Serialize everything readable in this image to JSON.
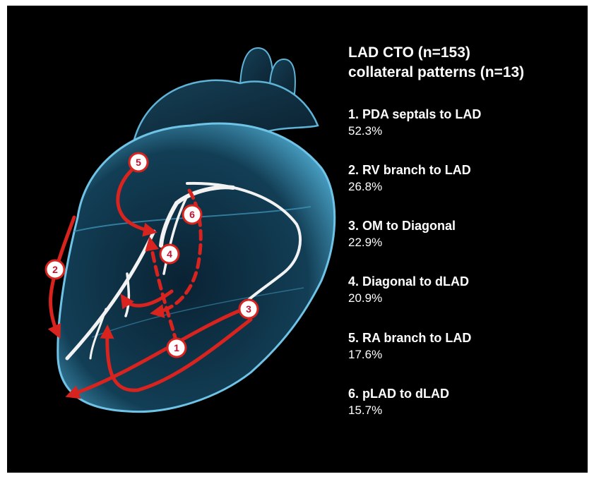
{
  "title": {
    "line1": "LAD CTO (n=153)",
    "line2": "collateral patterns (n=13)"
  },
  "patterns": [
    {
      "number": "1",
      "label": "1.  PDA septals to LAD",
      "value": "52.3%"
    },
    {
      "number": "2",
      "label": "2. RV branch to LAD",
      "value": "26.8%"
    },
    {
      "number": "3",
      "label": "3. OM to Diagonal",
      "value": "22.9%"
    },
    {
      "number": "4",
      "label": "4. Diagonal to dLAD",
      "value": "20.9%"
    },
    {
      "number": "5",
      "label": "5. RA branch to LAD",
      "value": "17.6%"
    },
    {
      "number": "6",
      "label": "6. pLAD to dLAD",
      "value": "15.7%"
    }
  ],
  "colors": {
    "background": "#000000",
    "heart": "#5fb3d6",
    "vessel": "#f2f2f2",
    "collateral": "#d8231f",
    "text": "#ffffff"
  },
  "icons": {
    "heart": "heart-anatomy-illustration"
  }
}
